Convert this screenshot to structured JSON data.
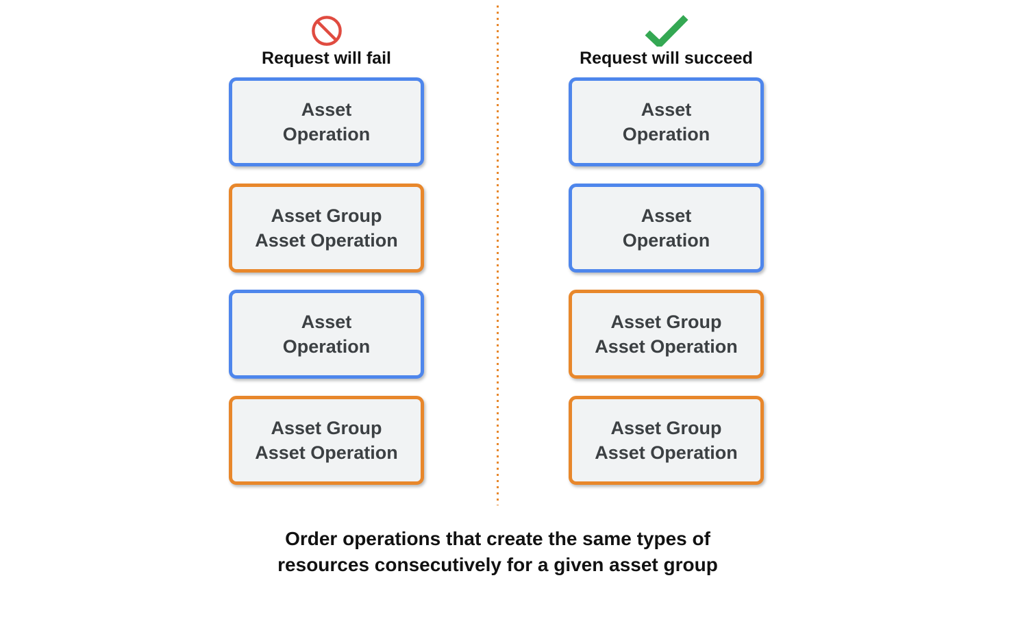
{
  "colors": {
    "blue_border": "#4E86EC",
    "orange_border": "#E8872B",
    "box_fill": "#F1F3F4",
    "box_text": "#3C4043",
    "prohibition_red": "#E04B40",
    "check_green": "#34A853",
    "divider_orange": "#E8882C"
  },
  "fail_column": {
    "icon": "prohibition-icon",
    "header": "Request will fail",
    "boxes": [
      {
        "label": "Asset\nOperation",
        "border": "blue"
      },
      {
        "label": "Asset Group\nAsset Operation",
        "border": "orange"
      },
      {
        "label": "Asset\nOperation",
        "border": "blue"
      },
      {
        "label": "Asset Group\nAsset Operation",
        "border": "orange"
      }
    ]
  },
  "succeed_column": {
    "icon": "check-icon",
    "header": "Request will succeed",
    "boxes": [
      {
        "label": "Asset\nOperation",
        "border": "blue"
      },
      {
        "label": "Asset\nOperation",
        "border": "blue"
      },
      {
        "label": "Asset Group\nAsset Operation",
        "border": "orange"
      },
      {
        "label": "Asset Group\nAsset Operation",
        "border": "orange"
      }
    ]
  },
  "caption": "Order operations that create the same types of\nresources consecutively for a given asset group"
}
